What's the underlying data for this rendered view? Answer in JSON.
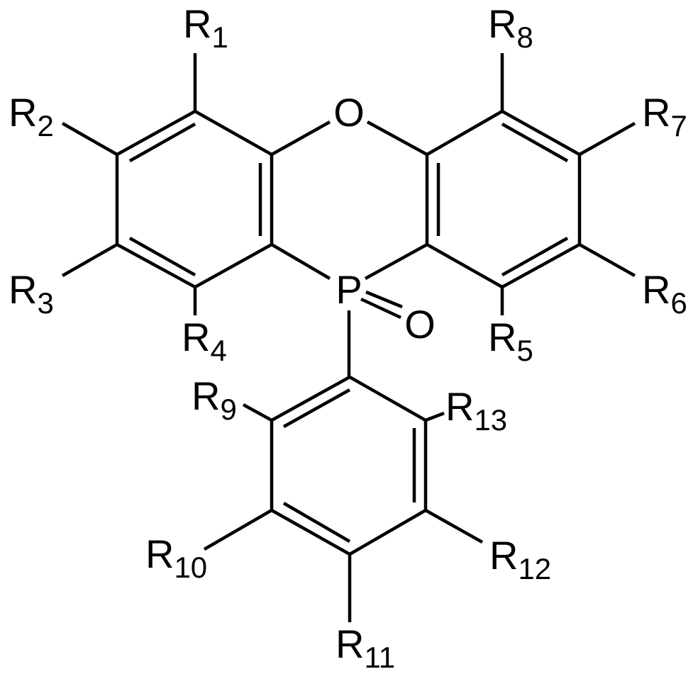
{
  "atoms": {
    "oxygen_bridge": "O",
    "phosphorus": "P",
    "oxygen_oxide": "O"
  },
  "substituents": {
    "r1": {
      "letter": "R",
      "index": "1"
    },
    "r2": {
      "letter": "R",
      "index": "2"
    },
    "r3": {
      "letter": "R",
      "index": "3"
    },
    "r4": {
      "letter": "R",
      "index": "4"
    },
    "r5": {
      "letter": "R",
      "index": "5"
    },
    "r6": {
      "letter": "R",
      "index": "6"
    },
    "r7": {
      "letter": "R",
      "index": "7"
    },
    "r8": {
      "letter": "R",
      "index": "8"
    },
    "r9": {
      "letter": "R",
      "index": "9"
    },
    "r10": {
      "letter": "R",
      "index": "10"
    },
    "r11": {
      "letter": "R",
      "index": "11"
    },
    "r12": {
      "letter": "R",
      "index": "12"
    },
    "r13": {
      "letter": "R",
      "index": "13"
    }
  }
}
